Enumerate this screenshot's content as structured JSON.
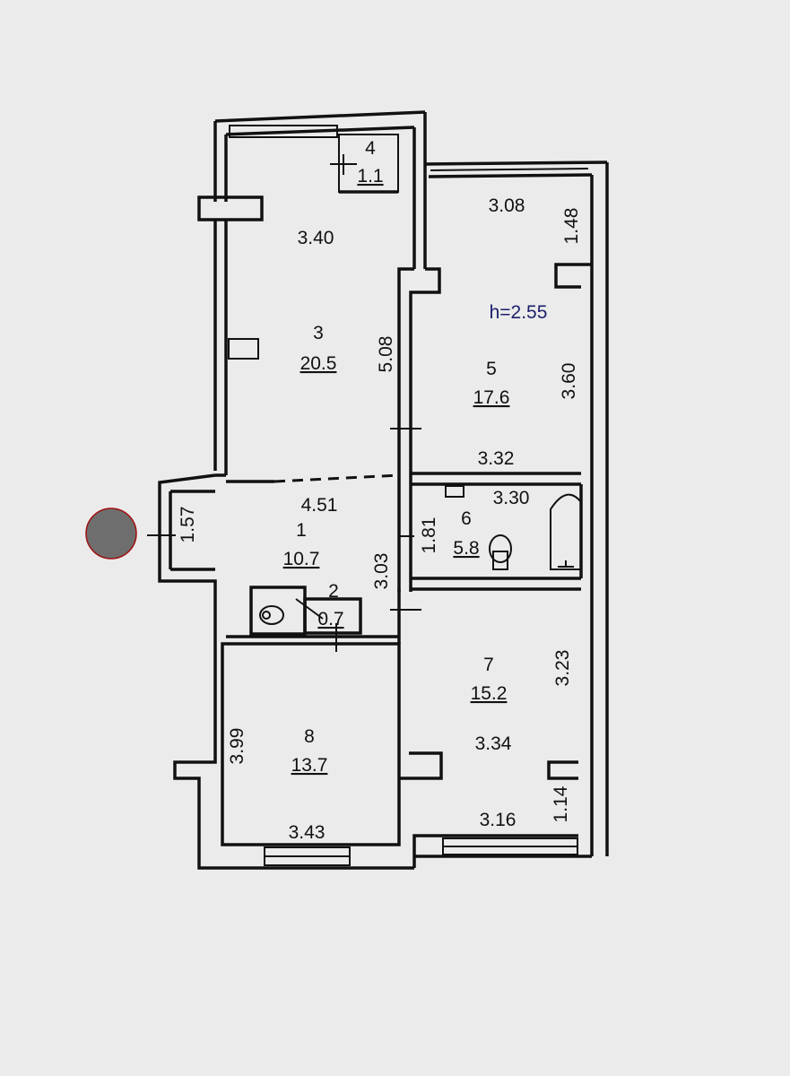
{
  "ceiling_height": "h=2.55",
  "rooms": [
    {
      "number": "1",
      "area": "10.7"
    },
    {
      "number": "2",
      "area": "0.7"
    },
    {
      "number": "3",
      "area": "20.5"
    },
    {
      "number": "4",
      "area": "1.1"
    },
    {
      "number": "5",
      "area": "17.6"
    },
    {
      "number": "6",
      "area": "5.8"
    },
    {
      "number": "7",
      "area": "15.2"
    },
    {
      "number": "8",
      "area": "13.7"
    }
  ],
  "dimensions": {
    "room3_width": "3.40",
    "room3_length": "5.08",
    "room5_top": "3.08",
    "room5_right_upper": "1.48",
    "room5_right": "3.60",
    "room5_bottom": "3.32",
    "room1_top": "4.51",
    "room1_left": "1.57",
    "room1_right": "3.03",
    "room6_width": "3.30",
    "room6_height": "1.81",
    "room7_right": "3.23",
    "room7_mid": "3.34",
    "room7_bottom": "3.16",
    "room7_right_lower": "1.14",
    "room8_left": "3.99",
    "room8_bottom": "3.43"
  }
}
